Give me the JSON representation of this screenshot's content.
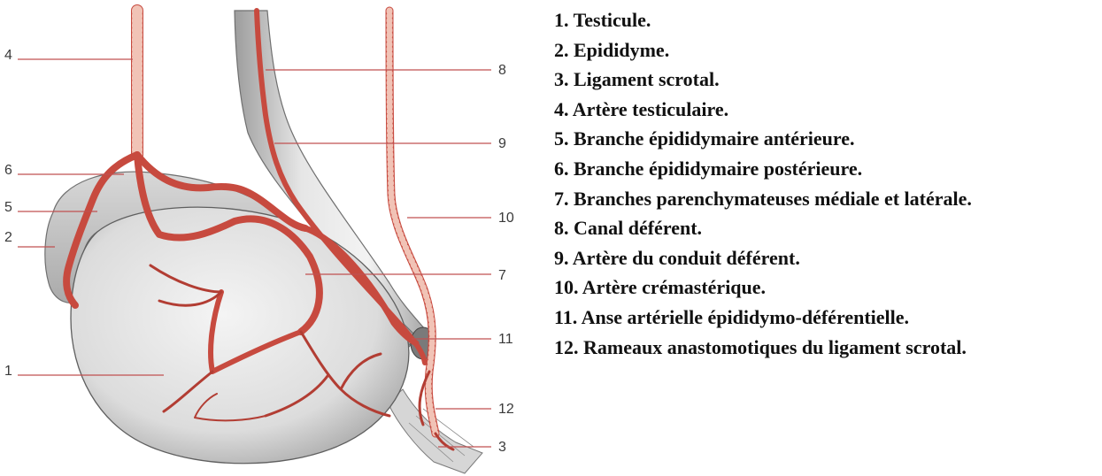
{
  "colors": {
    "artery": "#c74a3f",
    "artery_stripe": "#f1c3b6",
    "tissue": "#e9e9e9",
    "tissue_shade": "#bdbdbd",
    "leader": "#c05050",
    "callout_text": "#3a3a3a"
  },
  "callouts": [
    {
      "number": "4"
    },
    {
      "number": "8"
    },
    {
      "number": "9"
    },
    {
      "number": "6"
    },
    {
      "number": "5"
    },
    {
      "number": "10"
    },
    {
      "number": "2"
    },
    {
      "number": "7"
    },
    {
      "number": "11"
    },
    {
      "number": "1"
    },
    {
      "number": "12"
    },
    {
      "number": "3"
    }
  ],
  "legend": [
    {
      "text": "1. Testicule."
    },
    {
      "text": "2. Epididyme."
    },
    {
      "text": "3. Ligament scrotal."
    },
    {
      "text": "4. Artère testiculaire."
    },
    {
      "text": "5. Branche épididymaire antérieure."
    },
    {
      "text": "6. Branche épididymaire postérieure."
    },
    {
      "text": "7. Branches parenchymateuses médiale et latérale."
    },
    {
      "text": "8. Canal déférent."
    },
    {
      "text": "9. Artère du conduit déférent."
    },
    {
      "text": "10. Artère crémastérique."
    },
    {
      "text": "11. Anse artérielle épididymo-déférentielle."
    },
    {
      "text": "12. Rameaux anastomotiques du ligament scrotal."
    }
  ]
}
